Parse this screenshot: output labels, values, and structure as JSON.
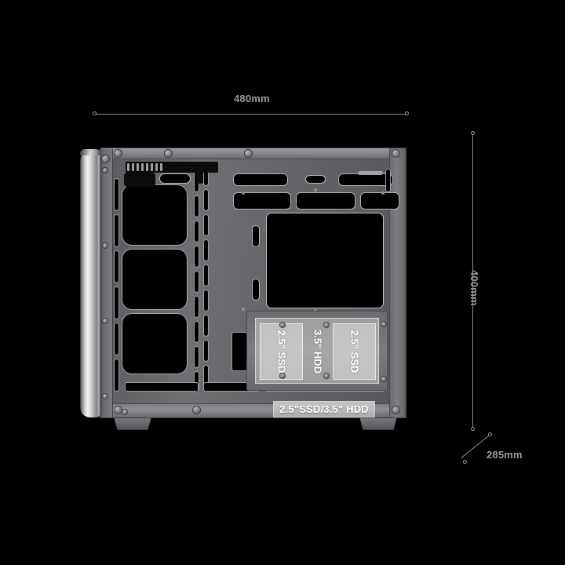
{
  "diagram": {
    "title": "PC Case Dimension Diagram",
    "background_color": "#000000",
    "annotation_color": "#9a9a9a"
  },
  "dimensions": {
    "width": {
      "value": "480mm",
      "orientation": "horizontal",
      "position": "top"
    },
    "height": {
      "value": "400mm",
      "orientation": "vertical-rotated",
      "position": "right"
    },
    "depth": {
      "value": "285mm",
      "orientation": "diagonal",
      "position": "bottom-right"
    }
  },
  "drive_bay": {
    "left_slot_label": "2.5\" SSD",
    "center_slot_label": "3.5\" HDD",
    "right_slot_label": "2.5\" SSD",
    "caption": "2.5\"SSD/3.5\" HDD"
  }
}
